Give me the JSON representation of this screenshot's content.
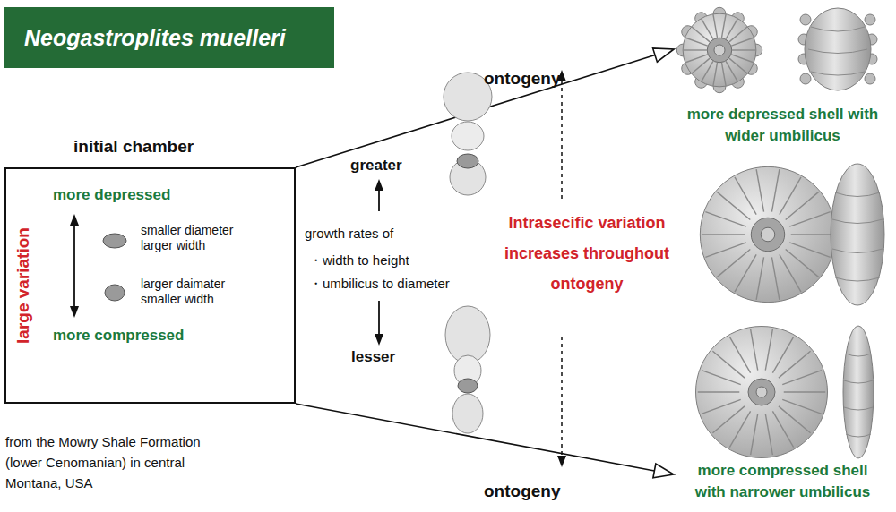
{
  "diagram": {
    "title": "Neogastroplites muelleri",
    "nodes": [
      {
        "text": [
          "initial chamber",
          "large variation",
          "more depressed",
          "smaller diameter larger width",
          "larger daimater smaller width",
          "more compressed"
        ]
      },
      {
        "text": [
          "more depressed shell with wider umbilicus"
        ]
      },
      {
        "text": [
          "more compressed shell with narrower umbilicus"
        ]
      }
    ],
    "edges": [
      {
        "from": 0,
        "to": 1,
        "label": "ontogeny",
        "arrow": "to"
      },
      {
        "from": 0,
        "to": 2,
        "label": "ontogeny",
        "arrow": "to"
      }
    ],
    "labels": [
      "greater",
      "growth rates of",
      "・width to height",
      "・umbilicus to diameter",
      "lesser",
      "Intrasecific variation increases throughout ontogeny",
      "from the Mowry Shale Formation (lower Cenomanian) in central Montana, USA"
    ]
  }
}
